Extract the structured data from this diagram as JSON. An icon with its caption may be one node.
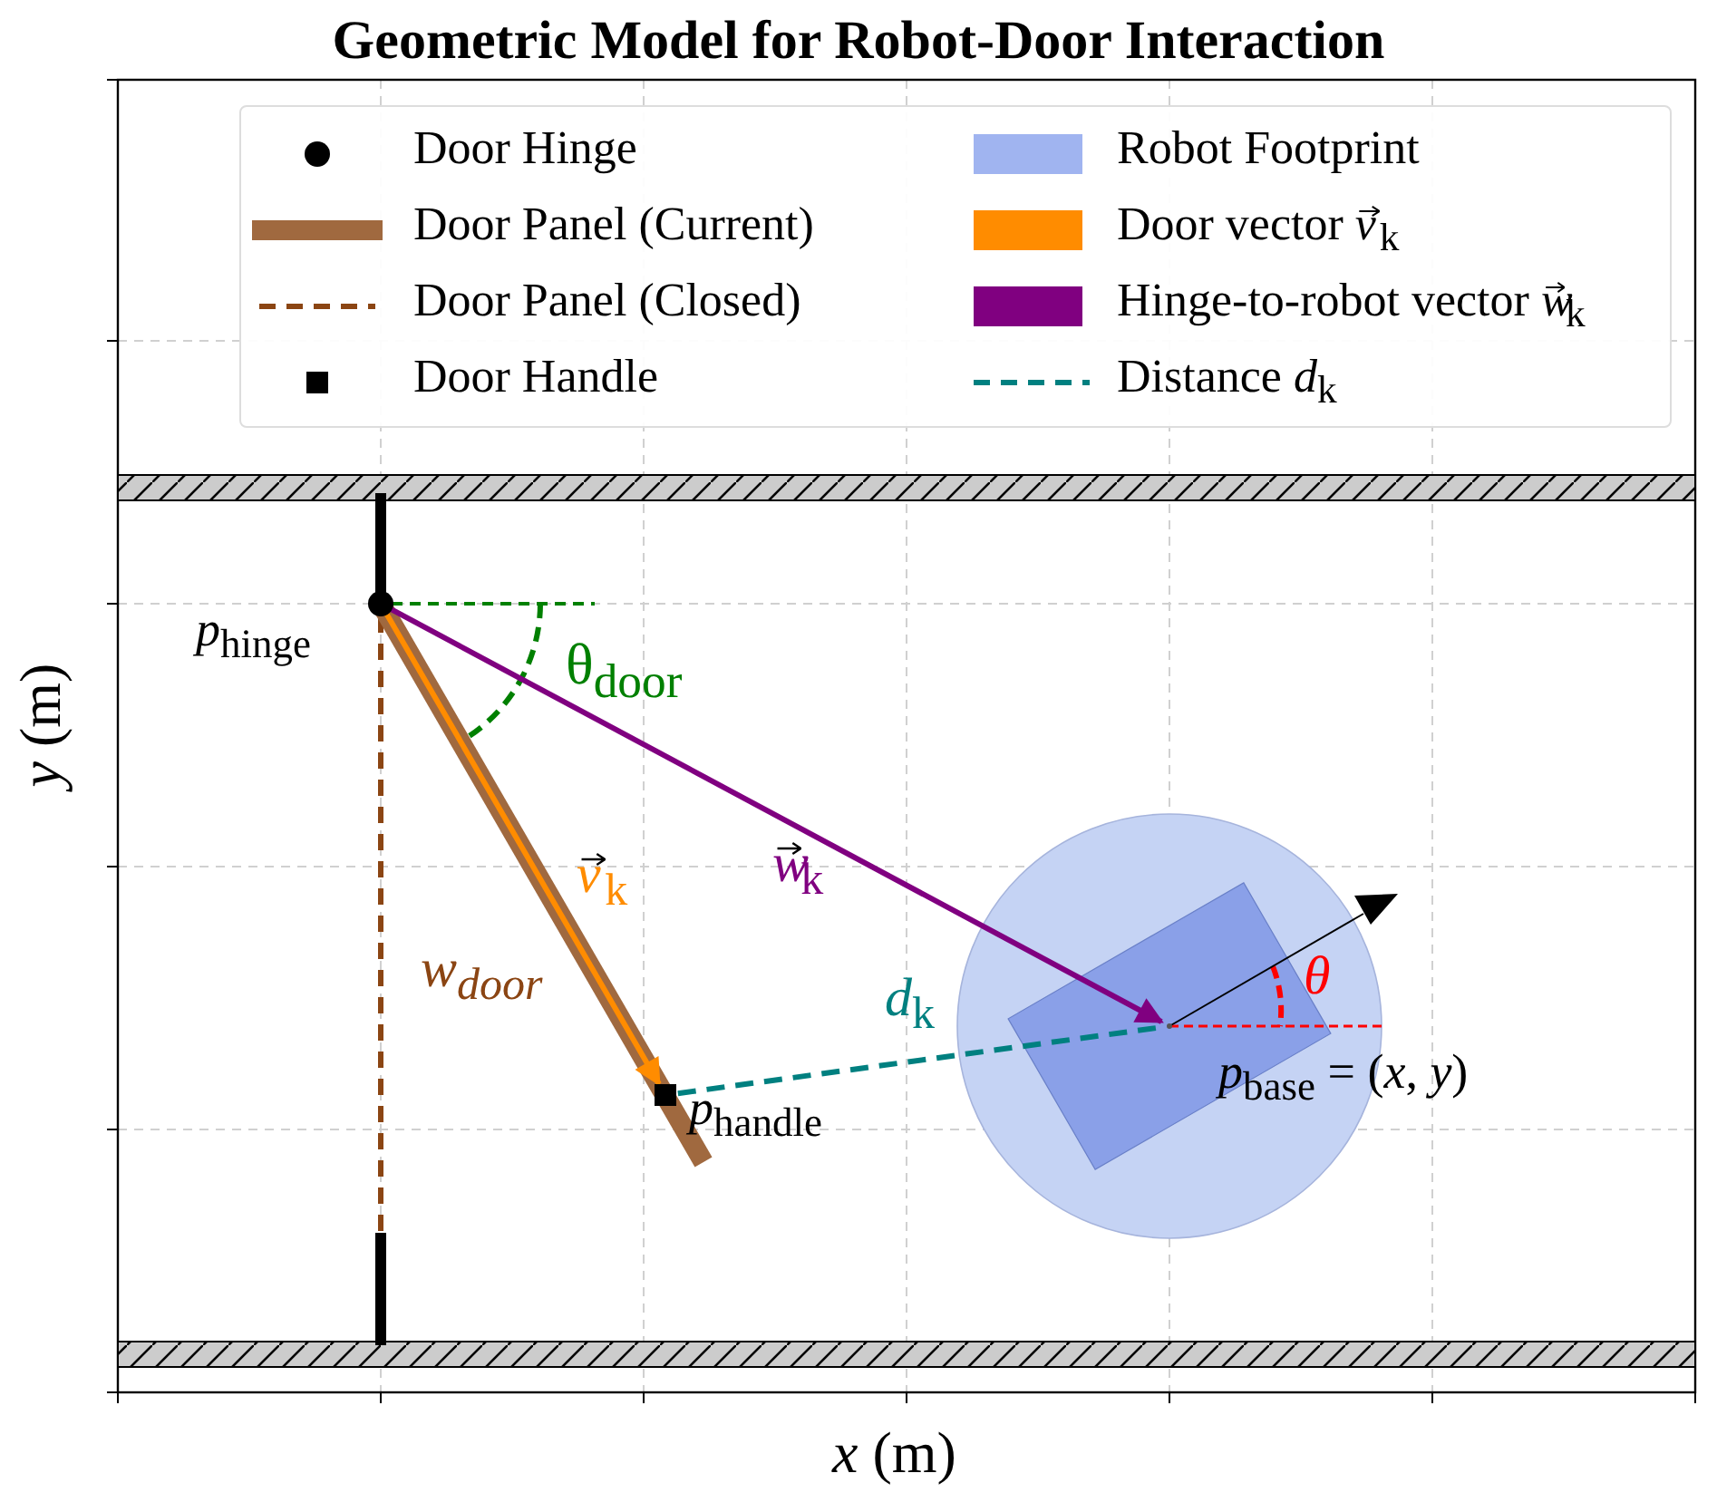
{
  "diagram": {
    "title": "Geometric Model for Robot-Door Interaction",
    "nodes": [
      {
        "text": [
          "*p*$_{hinge}$"
        ]
      },
      {
        "text": [
          "*p*$_{handle}$"
        ]
      },
      {
        "text": [
          "*p*$_{base}$ = (*x*, *y*)"
        ]
      }
    ],
    "edges": [
      {
        "from": 0,
        "to": 1,
        "arrow": "to",
        "label": "*v⃗*$_{k}$",
        "color": "#ff8c00"
      },
      {
        "from": 0,
        "to": 2,
        "arrow": "to",
        "label": "*w⃗*$_{k}$",
        "color": "#800080"
      },
      {
        "from": 1,
        "to": 2,
        "arrow": "none",
        "label": "*d*$_{k}$",
        "style": "dashed",
        "color": "#008080"
      }
    ],
    "labels": [
      "θ$_{door}$",
      "w$_{door}$",
      "θ",
      "*x* (m)",
      "*y* (m)"
    ],
    "legend": [
      {
        "text": "Door Hinge"
      },
      {
        "text": "Door Panel (Current)"
      },
      {
        "text": "Door Panel (Closed)"
      },
      {
        "text": "Door Handle"
      },
      {
        "text": "Robot Footprint",
        "color": "#a0b4f0"
      },
      {
        "text": "Door vector *v⃗*$_{k}$",
        "color": "#ff8c00"
      },
      {
        "text": "Hinge-to-robot vector *w⃗*$_{k}$",
        "color": "#800080"
      },
      {
        "text": "Distance *d*$_{k}$"
      }
    ]
  }
}
